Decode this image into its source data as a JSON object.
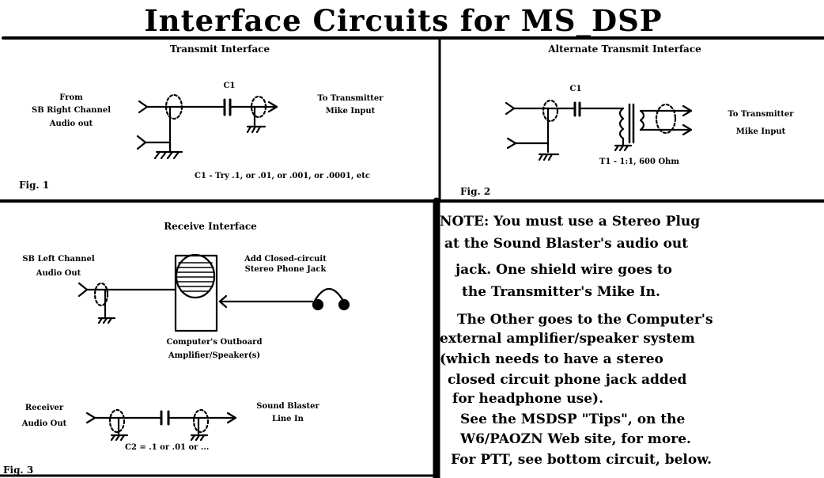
{
  "title": "Interface Circuits for MS_DSP",
  "fig1": {
    "heading": "Transmit Interface",
    "from_line1": "From",
    "from_line2": "SB Right Channel",
    "from_line3": "Audio out",
    "cap_label": "C1",
    "to_line1": "To Transmitter",
    "to_line2": "Mike Input",
    "cap_note": "C1 - Try .1, or .01, or .001, or .0001, etc",
    "fig_label": "Fig. 1"
  },
  "fig2": {
    "heading": "Alternate Transmit Interface",
    "cap_label": "C1",
    "to_line1": "To Transmitter",
    "to_line2": "Mike Input",
    "xfmr_label": "T1 - 1:1, 600 Ohm",
    "fig_label": "Fig. 2"
  },
  "fig3": {
    "heading": "Receive Interface",
    "sb_line1": "SB Left Channel",
    "sb_line2": "Audio Out",
    "jack_line1": "Add Closed-circuit",
    "jack_line2": "Stereo Phone Jack",
    "spk_line1": "Computer's Outboard",
    "spk_line2": "Amplifier/Speaker(s)",
    "rx_line1": "Receiver",
    "rx_line2": "Audio Out",
    "line_in1": "Sound Blaster",
    "line_in2": "Line In",
    "cap_note": "C2 = .1 or .01 or ...",
    "fig_label": "Fig. 3"
  },
  "note_lines": [
    "NOTE:  You must use a Stereo Plug",
    "at the Sound Blaster's audio out",
    "jack.  One shield wire goes to",
    "the Transmitter's Mike In.",
    "The Other goes to the Computer's",
    "external amplifier/speaker system",
    "(which needs to have a stereo",
    "closed circuit phone jack added",
    "for headphone use).",
    "See the MSDSP \"Tips\", on the",
    "W6/PAOZN Web site, for more.",
    "For PTT, see bottom circuit, below."
  ]
}
